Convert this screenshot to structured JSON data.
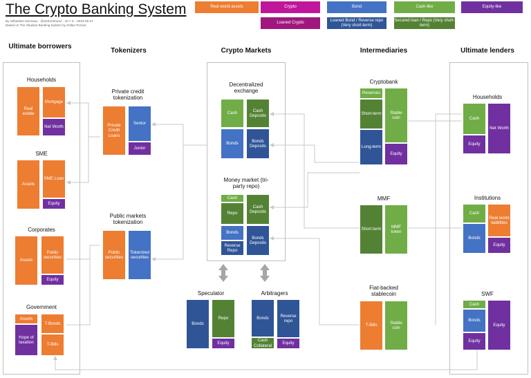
{
  "title": "The Crypto Banking System",
  "credits": [
    "By Sébastien Derivaux - @SebVentures - v0.7.3 – 2022-05-27",
    "Based on The Shadow Banking System by Zoltan Pozsar"
  ],
  "legend": {
    "real_world": "Real world assets",
    "crypto": "Crypto",
    "bond": "Bond",
    "cash_like": "Cash-like",
    "equity_like": "Equity-like",
    "loaned_crypto": "Loaned Crypto",
    "loaned_bond": "Loaned Bond / Reverse repo (Very short-term)",
    "secured_loan": "Secured loan / Repo (Very short-term)"
  },
  "headers": {
    "ultimate_borrowers": "Ultimate borrowers",
    "tokenizers": "Tokenizers",
    "crypto_markets": "Crypto Markets",
    "intermediaries": "Intermediaries",
    "ultimate_lenders": "Ultimate lenders"
  },
  "borrowers": {
    "households": {
      "label": "Households",
      "real_estate": "Real estate",
      "mortgage": "Mortgage",
      "net_worth": "Net Worth"
    },
    "sme": {
      "label": "SME",
      "assets": "Assets",
      "sme_loan": "SME Loan",
      "equity": "Equity"
    },
    "corporates": {
      "label": "Corporates",
      "assets": "Assets",
      "public_securities": "Public securities",
      "equity": "Equity"
    },
    "government": {
      "label": "Government",
      "assets": "Assets",
      "hope": "Hope of taxation",
      "t_bonds": "T-Bonds",
      "t_bills": "T-Bills"
    }
  },
  "tokenizers": {
    "private": {
      "label": "Private credit tokenization",
      "loans": "Private Credit Loans",
      "senior": "Senior",
      "junior": "Junior"
    },
    "public": {
      "label": "Public markets tokenization",
      "public_securities": "Public securities",
      "tokenized": "Tokenized securities"
    }
  },
  "markets": {
    "dex": {
      "label": "Decentralized exchange",
      "cash": "Cash",
      "cash_deposits": "Cash Deposits",
      "bonds": "Bonds",
      "bonds_deposits": "Bonds Deposits"
    },
    "mm": {
      "label": "Money market (tri-party repo)",
      "cash": "Cash",
      "repo": "Repo",
      "cash_deposits": "Cash Deposits",
      "bonds": "Bonds",
      "reverse_repo": "Reverse Repo",
      "bonds_deposits": "Bonds Deposits"
    },
    "speculator": {
      "label": "Speculator",
      "bonds": "Bonds",
      "repo": "Repo",
      "equity": "Equity"
    },
    "arbitragers": {
      "label": "Arbitragers",
      "bonds": "Bonds",
      "reverse_repo": "Reverse repo",
      "cash_collateral": "Cash Collateral",
      "equity": "Equity"
    }
  },
  "intermediaries": {
    "cryptobank": {
      "label": "Cryptobank",
      "reserves": "Reserves",
      "short_term": "Short-term",
      "long_term": "Long-term",
      "stable_coin": "Stable coin",
      "equity": "Equity"
    },
    "mmf": {
      "label": "MMF",
      "short_term": "Short term",
      "mmf_token": "MMF token"
    },
    "fiat": {
      "label": "Fiat-backed stablecoin",
      "t_bills": "T-Bills",
      "stable_coin": "Stable coin"
    }
  },
  "lenders": {
    "households": {
      "label": "Households",
      "cash": "Cash",
      "equity": "Equity",
      "net_worth": "Net Worth"
    },
    "institutions": {
      "label": "Institutions",
      "cash": "Cash",
      "bonds": "Bonds",
      "real_world_liabilities": "Real world liabilities",
      "equity": "Equity"
    },
    "swf": {
      "label": "SWF",
      "cash": "Cash",
      "bonds": "Bonds",
      "equity": "Equity",
      "equity_right": "Equity"
    }
  },
  "colors": {
    "real_world": "#ed7d31",
    "crypto": "#c0169b",
    "bond": "#4472c4",
    "cash_like": "#70ad47",
    "equity_like": "#7030a0",
    "loaned_crypto": "#a0177e",
    "loaned_bond": "#2f5597",
    "secured_loan": "#548235"
  }
}
